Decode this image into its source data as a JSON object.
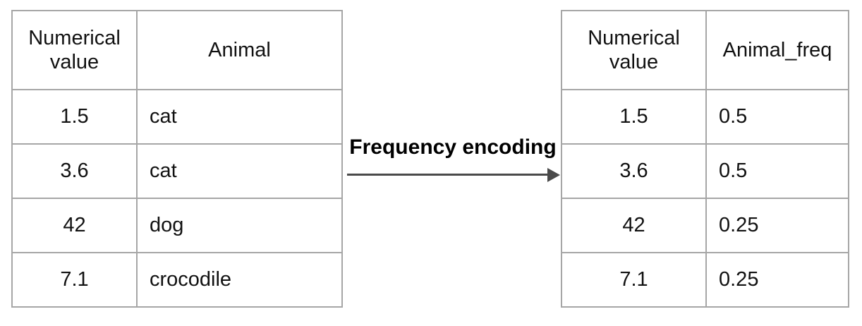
{
  "colors": {
    "background": "#ffffff",
    "table_border": "#a6a6a6",
    "text": "#111111",
    "label_text": "#000000",
    "arrow": "#4a4a4a"
  },
  "transform": {
    "label": "Frequency encoding",
    "arrow_icon": "right-arrow"
  },
  "left_table": {
    "headers": [
      "Numerical value",
      "Animal"
    ],
    "rows": [
      [
        "1.5",
        "cat"
      ],
      [
        "3.6",
        "cat"
      ],
      [
        "42",
        "dog"
      ],
      [
        "7.1",
        "crocodile"
      ]
    ]
  },
  "right_table": {
    "headers": [
      "Numerical value",
      "Animal_freq"
    ],
    "rows": [
      [
        "1.5",
        "0.5"
      ],
      [
        "3.6",
        "0.5"
      ],
      [
        "42",
        "0.25"
      ],
      [
        "7.1",
        "0.25"
      ]
    ]
  }
}
